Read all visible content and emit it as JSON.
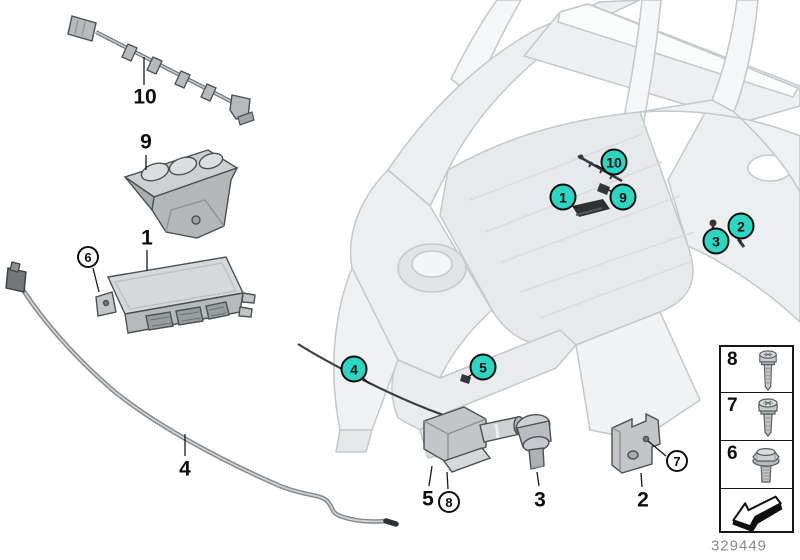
{
  "drawing_number": "329449",
  "colors": {
    "callout_teal": "#2bd6c3",
    "line_gray": "#c3c8cb",
    "part_gray": "#bfc3c6"
  },
  "part_labels": [
    {
      "part": "sensor-wiring-harness",
      "text": "10"
    },
    {
      "part": "knee-airbag-module",
      "text": "9"
    },
    {
      "part": "airbag-control-module",
      "text": "1"
    },
    {
      "part": "pedestrian-sensor-hose",
      "text": "4"
    },
    {
      "part": "front-impact-sensor",
      "text": "5"
    },
    {
      "part": "b-pillar-sensor",
      "text": "3"
    },
    {
      "part": "sensor-bracket",
      "text": "2"
    }
  ],
  "circle_callouts": [
    {
      "text": "6",
      "ref": "module-mounting-bolt"
    },
    {
      "text": "7",
      "ref": "bracket-screw"
    },
    {
      "text": "8",
      "ref": "front-sensor-screw"
    }
  ],
  "location_callouts": [
    {
      "text": "1",
      "ref": "control-module-location"
    },
    {
      "text": "9",
      "ref": "knee-airbag-location"
    },
    {
      "text": "10",
      "ref": "harness-location"
    },
    {
      "text": "2",
      "ref": "bracket-location"
    },
    {
      "text": "3",
      "ref": "b-pillar-sensor-location"
    },
    {
      "text": "4",
      "ref": "sensor-hose-location"
    },
    {
      "text": "5",
      "ref": "front-sensor-location"
    }
  ],
  "hardware_panel": {
    "items": [
      {
        "label": "8",
        "icon": "torx-screw-long-icon"
      },
      {
        "label": "7",
        "icon": "torx-screw-short-icon"
      },
      {
        "label": "6",
        "icon": "hex-flange-bolt-icon"
      }
    ],
    "arrow_icon": "direction-arrow-icon"
  }
}
